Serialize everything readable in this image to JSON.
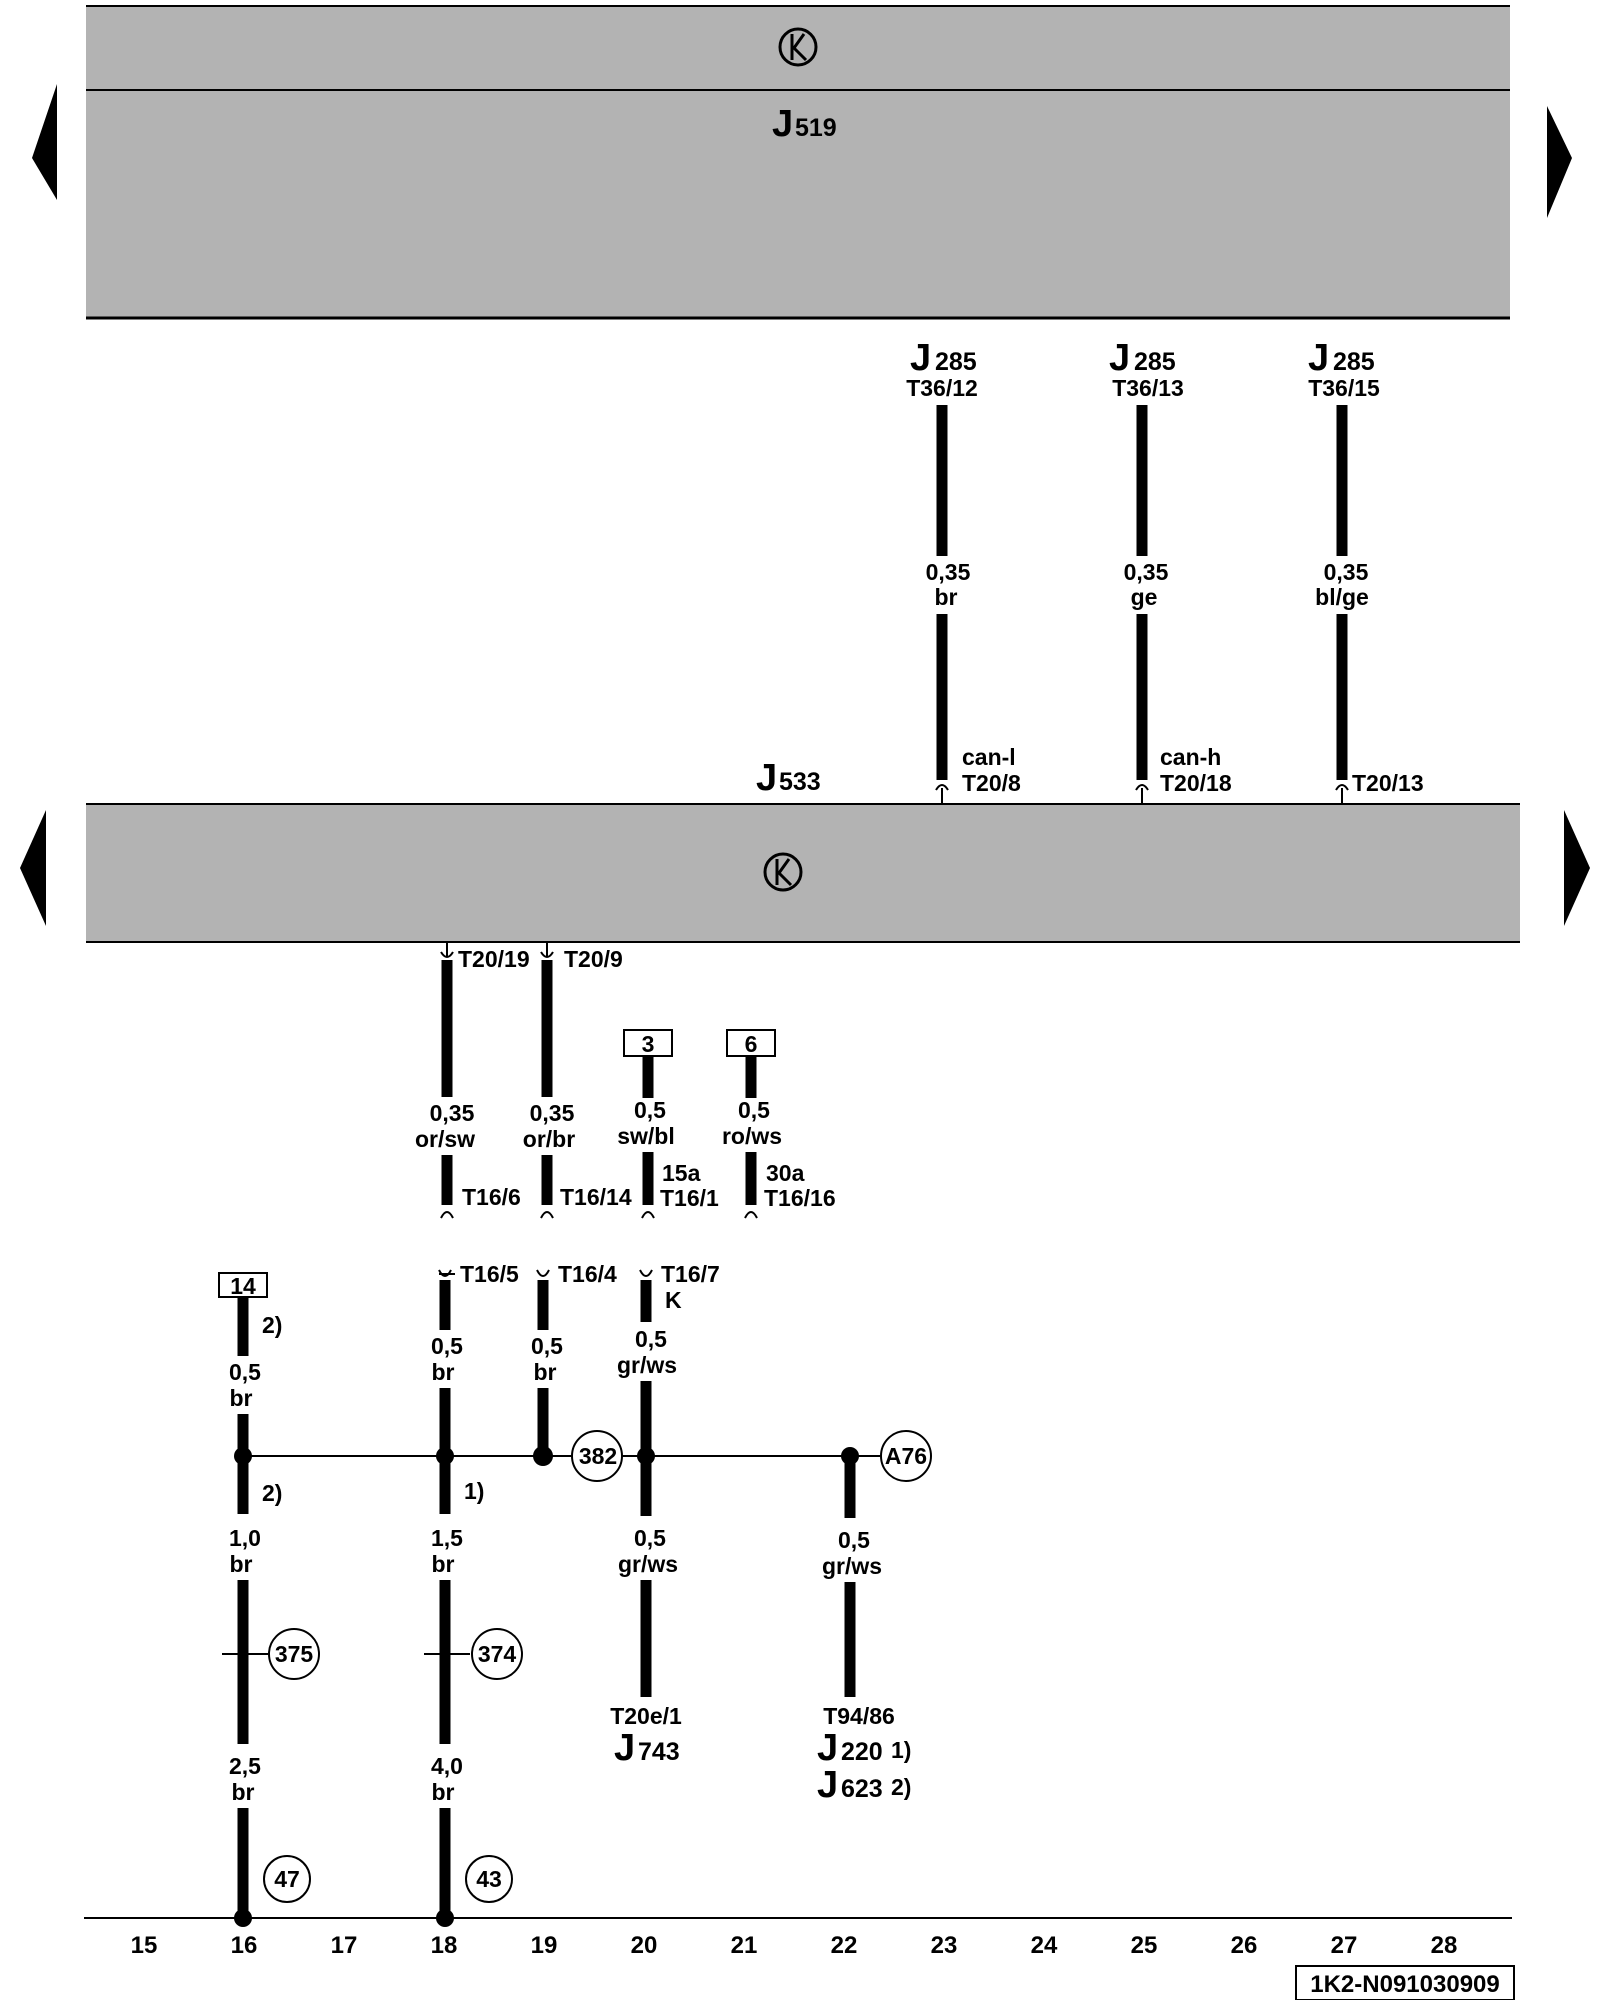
{
  "modules": {
    "top": {
      "letter": "J",
      "number": "519"
    },
    "mid": {
      "letter": "J",
      "number": "533"
    }
  },
  "top_connections": [
    {
      "comp_letter": "J",
      "comp_number": "285",
      "pin": "T36/12",
      "gauge": "0,35",
      "color": "br",
      "signal": "can-l",
      "pin_bottom": "T20/8"
    },
    {
      "comp_letter": "J",
      "comp_number": "285",
      "pin": "T36/13",
      "gauge": "0,35",
      "color": "ge",
      "signal": "can-h",
      "pin_bottom": "T20/18"
    },
    {
      "comp_letter": "J",
      "comp_number": "285",
      "pin": "T36/15",
      "gauge": "0,35",
      "color": "bl/ge",
      "signal": "",
      "pin_bottom": "T20/13"
    }
  ],
  "mid_outputs": [
    {
      "pin_top": "T20/19",
      "gauge": "0,35",
      "color": "or/sw",
      "connector": "T16/6"
    },
    {
      "pin_top": "T20/9",
      "gauge": "0,35",
      "color": "or/br",
      "connector": "T16/14"
    }
  ],
  "ref_boxes": [
    {
      "ref": "3",
      "gauge": "0,5",
      "color": "sw/bl",
      "term": "15a",
      "connector": "T16/1"
    },
    {
      "ref": "6",
      "gauge": "0,5",
      "color": "ro/ws",
      "term": "30a",
      "connector": "T16/16"
    }
  ],
  "lower": {
    "ref14": "14",
    "note2": "2)",
    "note1": "1)",
    "w16_upper": {
      "gauge": "0,5",
      "color": "br"
    },
    "w16_mid": {
      "gauge": "1,0",
      "color": "br"
    },
    "w16_low": {
      "gauge": "2,5",
      "color": "br"
    },
    "w18_pin": "T16/5",
    "w18_upper": {
      "gauge": "0,5",
      "color": "br"
    },
    "w18_mid": {
      "gauge": "1,5",
      "color": "br"
    },
    "w18_low": {
      "gauge": "4,0",
      "color": "br"
    },
    "w19_pin": "T16/4",
    "w19_upper": {
      "gauge": "0,5",
      "color": "br"
    },
    "w20_pin": "T16/7",
    "w20_term": "K",
    "w20_upper": {
      "gauge": "0,5",
      "color": "gr/ws"
    },
    "w20_low": {
      "gauge": "0,5",
      "color": "gr/ws"
    },
    "w20_end_pin": "T20e/1",
    "w20_end_comp": {
      "letter": "J",
      "number": "743"
    },
    "w22_low": {
      "gauge": "0,5",
      "color": "gr/ws"
    },
    "w22_end_pin": "T94/86",
    "w22_comp1": {
      "letter": "J",
      "number": "220",
      "note": "1)"
    },
    "w22_comp2": {
      "letter": "J",
      "number": "623",
      "note": "2)"
    },
    "splice_382": "382",
    "splice_A76": "A76",
    "splice_375": "375",
    "splice_374": "374",
    "ground_47": "47",
    "ground_43": "43"
  },
  "ruler": [
    "15",
    "16",
    "17",
    "18",
    "19",
    "20",
    "21",
    "22",
    "23",
    "24",
    "25",
    "26",
    "27",
    "28"
  ],
  "doc_id": "1K2-N091030909"
}
